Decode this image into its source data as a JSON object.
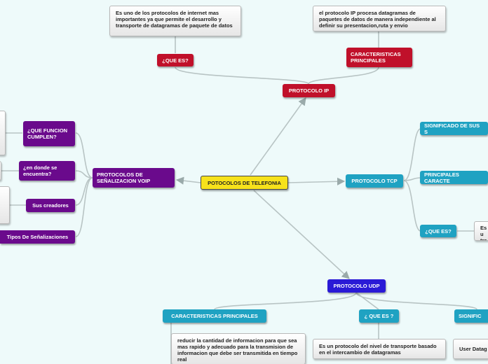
{
  "center": {
    "label": "POTOCOLOS DE TELEFONIA"
  },
  "ip": {
    "label": "PROTOCOLO IP",
    "que_es": {
      "label": "¿QUE ES?",
      "note": "Es uno de los protocolos de internet mas importantes ya que permite el desarrollo y transporte de  datagramas de paquete de datos"
    },
    "caracteristicas": {
      "label": "CARACTERISTICAS PRINCIPALES",
      "note": "el protocolo IP procesa datagramas de paquetes de datos de manera independiente al definir su presentacion,ruta y envio"
    }
  },
  "tcp": {
    "label": "PROTOCOLO TCP",
    "significado": {
      "label": "SIGNIFICADO DE SUS S"
    },
    "caracteristicas": {
      "label": "PRINCIPALES CARACTE"
    },
    "que_es": {
      "label": "¿QUE ES?",
      "note": "Es u\ntra"
    }
  },
  "udp": {
    "label": "PROTOCOLO UDP",
    "caracteristicas": {
      "label": "CARACTERISTICAS PRINCIPALES",
      "note": "reducir la cantidad de informacion para que sea mas rapido y adecuado para la transmision de  informacion que debe ser transmitida en tiempo real"
    },
    "que_es": {
      "label": "¿ QUE ES ?",
      "note": "Es un protocolo del nivel de transporte basado en el intercambio de datagramas"
    },
    "significado": {
      "label": "SIGNIFIC",
      "note": "User Datag"
    }
  },
  "voip": {
    "label": "PROTOCOLOS DE SEÑALIZACION  VOIP",
    "funcion": {
      "label": "¿QUE FUNCION CUMPLEN?"
    },
    "donde": {
      "label": "¿en donde se encuentra?"
    },
    "creadores": {
      "label": "Sus creadores"
    },
    "tipos": {
      "label": "Tipos De Señalizaciones"
    }
  },
  "colors": {
    "ip_branch": "#c0102a",
    "voip_branch": "#6a0a8c",
    "tcp_branch": "#1fa2c2",
    "udp_branch": "#2a1ad6",
    "center_fill": "#f7e21b",
    "connector": "#9aaaaa",
    "background": "#eefafa"
  }
}
